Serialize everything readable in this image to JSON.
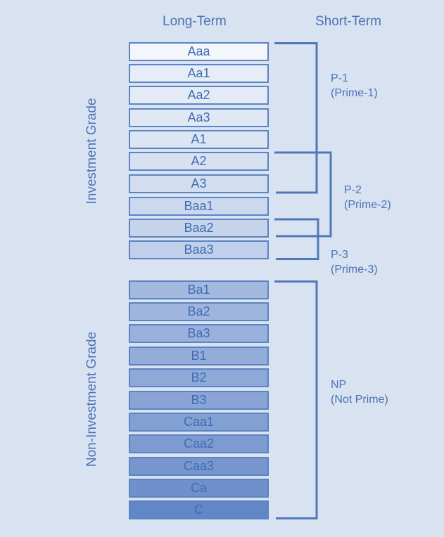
{
  "headers": {
    "long_term": "Long-Term",
    "short_term": "Short-Term"
  },
  "groups": {
    "investment": "Investment Grade",
    "non_investment": "Non-Investment Grade"
  },
  "ratings": [
    {
      "label": "Aaa",
      "fill": "#f3f6fb"
    },
    {
      "label": "Aa1",
      "fill": "#e7edf7"
    },
    {
      "label": "Aa2",
      "fill": "#e4ebf6"
    },
    {
      "label": "Aa3",
      "fill": "#e1e8f5"
    },
    {
      "label": "A1",
      "fill": "#dce5f3"
    },
    {
      "label": "A2",
      "fill": "#d7e1f1"
    },
    {
      "label": "A3",
      "fill": "#d3ddf0"
    },
    {
      "label": "Baa1",
      "fill": "#ccd8ee"
    },
    {
      "label": "Baa2",
      "fill": "#c6d4ec"
    },
    {
      "label": "Baa3",
      "fill": "#c0cfea"
    },
    {
      "label": "Ba1",
      "fill": "#a3b9e0"
    },
    {
      "label": "Ba2",
      "fill": "#9eb5de"
    },
    {
      "label": "Ba3",
      "fill": "#99b1dc"
    },
    {
      "label": "B1",
      "fill": "#93acd9"
    },
    {
      "label": "B2",
      "fill": "#8ea8d7"
    },
    {
      "label": "B3",
      "fill": "#89a4d5"
    },
    {
      "label": "Caa1",
      "fill": "#83a0d3"
    },
    {
      "label": "Caa2",
      "fill": "#7d9bd1"
    },
    {
      "label": "Caa3",
      "fill": "#7796ce"
    },
    {
      "label": "Ca",
      "fill": "#6f90cb"
    },
    {
      "label": "C",
      "fill": "#6187c6"
    }
  ],
  "short_term": [
    {
      "code": "P-1",
      "name": "(Prime-1)"
    },
    {
      "code": "P-2",
      "name": "(Prime-2)"
    },
    {
      "code": "P-3",
      "name": "(Prime-3)"
    },
    {
      "code": "NP",
      "name": "(Not Prime)"
    }
  ],
  "colors": {
    "background": "#d9e2f1",
    "text": "#4a73b4",
    "border": "#5a84c2",
    "bracket": "#4f78bb"
  }
}
